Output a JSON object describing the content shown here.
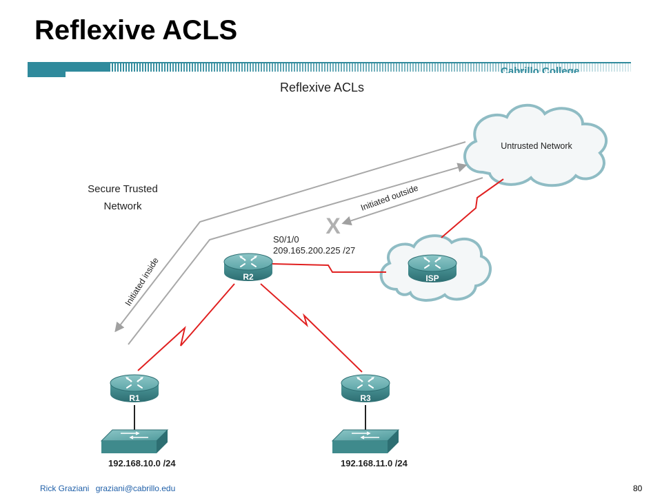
{
  "slide": {
    "title": "Reflexive ACLS",
    "brand": "Cabrillo College",
    "footer": {
      "author": "Rick Graziani",
      "email": "graziani@cabrillo.edu"
    },
    "page_number": "80"
  },
  "diagram": {
    "title": "Reflexive ACLs",
    "labels": {
      "secure_line1": "Secure Trusted",
      "secure_line2": "Network",
      "untrusted": "Untrusted Network",
      "initiated_inside": "Initiated inside",
      "initiated_outside": "Initiated outside",
      "blocked_mark": "X",
      "interface": "S0/1/0",
      "interface_ip": "209.165.200.225 /27"
    },
    "routers": {
      "r1": "R1",
      "r2": "R2",
      "r3": "R3",
      "isp": "ISP"
    },
    "networks": {
      "lan1": "192.168.10.0 /24",
      "lan3": "192.168.11.0 /24"
    },
    "colors": {
      "wan_link": "#e02020",
      "flow_arrow": "#a0a0a0",
      "router": "#3f8a8c",
      "cloud_stroke": "#8fbcc4",
      "accent": "#2f8a9c"
    }
  }
}
